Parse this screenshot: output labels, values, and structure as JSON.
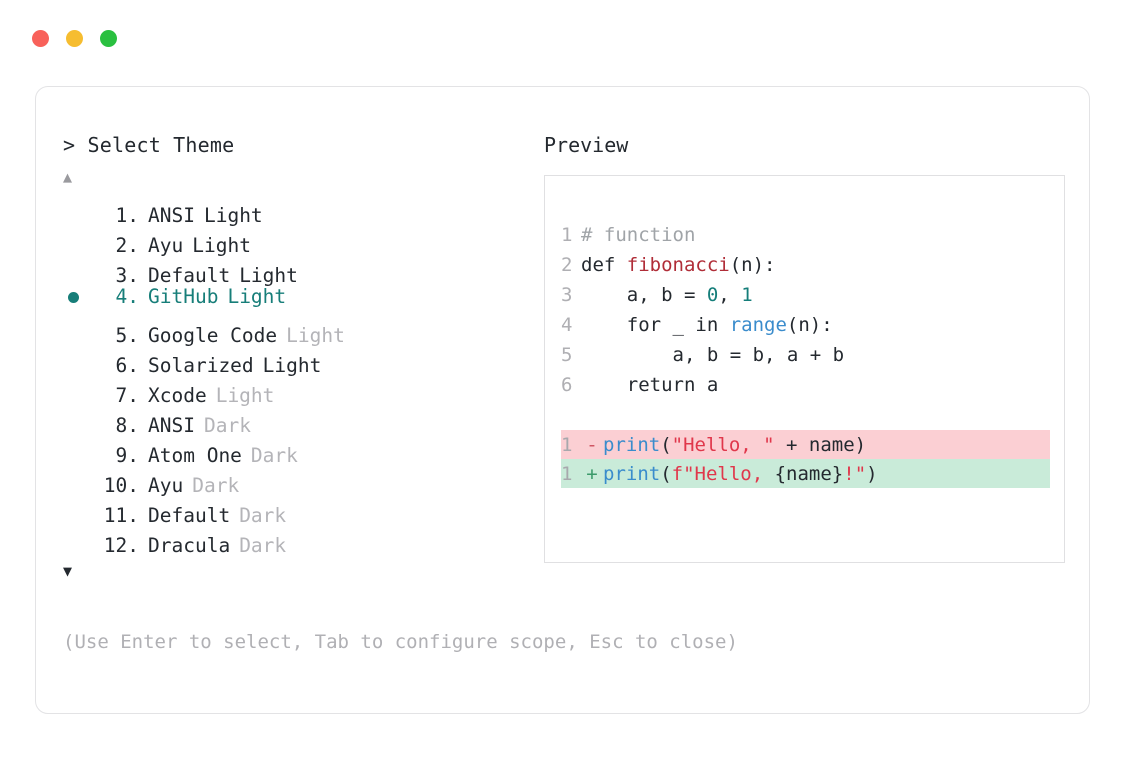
{
  "window": {
    "dots": [
      {
        "name": "close",
        "color": "#f8615a"
      },
      {
        "name": "minimize",
        "color": "#f6bd30"
      },
      {
        "name": "maximize",
        "color": "#2ac040"
      }
    ]
  },
  "selector": {
    "prompt_caret": ">",
    "prompt_label": "Select Theme",
    "scroll_up": "▲",
    "scroll_down": "▼",
    "selected_index": 4,
    "items": [
      {
        "index": "1.",
        "name": "ANSI",
        "variant": "Light",
        "variant_muted": false,
        "selected": false
      },
      {
        "index": "2.",
        "name": "Ayu",
        "variant": "Light",
        "variant_muted": false,
        "selected": false
      },
      {
        "index": "3.",
        "name": "Default",
        "variant": "Light",
        "variant_muted": false,
        "selected": false
      },
      {
        "index": "4.",
        "name": "GitHub",
        "variant": "Light",
        "variant_muted": false,
        "selected": true
      },
      {
        "index": "5.",
        "name": "Google Code",
        "variant": "Light",
        "variant_muted": true,
        "selected": false
      },
      {
        "index": "6.",
        "name": "Solarized",
        "variant": "Light",
        "variant_muted": false,
        "selected": false
      },
      {
        "index": "7.",
        "name": "Xcode",
        "variant": "Light",
        "variant_muted": true,
        "selected": false
      },
      {
        "index": "8.",
        "name": "ANSI",
        "variant": "Dark",
        "variant_muted": true,
        "selected": false
      },
      {
        "index": "9.",
        "name": "Atom One",
        "variant": "Dark",
        "variant_muted": true,
        "selected": false
      },
      {
        "index": "10.",
        "name": "Ayu",
        "variant": "Dark",
        "variant_muted": true,
        "selected": false
      },
      {
        "index": "11.",
        "name": "Default",
        "variant": "Dark",
        "variant_muted": true,
        "selected": false
      },
      {
        "index": "12.",
        "name": "Dracula",
        "variant": "Dark",
        "variant_muted": true,
        "selected": false
      }
    ]
  },
  "hint": "(Use Enter to select, Tab to configure scope, Esc to close)",
  "preview": {
    "label": "Preview",
    "code_lines": [
      {
        "no": "1",
        "tokens": [
          {
            "t": "# function",
            "c": "tk-comment"
          }
        ]
      },
      {
        "no": "2",
        "tokens": [
          {
            "t": "def ",
            "c": "tk-kw"
          },
          {
            "t": "fibonacci",
            "c": "tk-fn"
          },
          {
            "t": "(n):",
            "c": "tk-plain"
          }
        ]
      },
      {
        "no": "3",
        "tokens": [
          {
            "t": "    a, b = ",
            "c": "tk-plain"
          },
          {
            "t": "0",
            "c": "tk-num"
          },
          {
            "t": ", ",
            "c": "tk-plain"
          },
          {
            "t": "1",
            "c": "tk-num"
          }
        ]
      },
      {
        "no": "4",
        "tokens": [
          {
            "t": "    for _ in ",
            "c": "tk-plain"
          },
          {
            "t": "range",
            "c": "tk-builtin"
          },
          {
            "t": "(n):",
            "c": "tk-plain"
          }
        ]
      },
      {
        "no": "5",
        "tokens": [
          {
            "t": "        a, b = b, a + b",
            "c": "tk-plain"
          }
        ]
      },
      {
        "no": "6",
        "tokens": [
          {
            "t": "    return a",
            "c": "tk-plain"
          }
        ]
      }
    ],
    "diff_lines": [
      {
        "kind": "del",
        "no": "1",
        "mark": "-",
        "tokens": [
          {
            "t": "print",
            "c": "tk-builtin"
          },
          {
            "t": "(",
            "c": "tk-plain"
          },
          {
            "t": "\"Hello, \"",
            "c": "tk-str"
          },
          {
            "t": " + name)",
            "c": "tk-plain"
          }
        ]
      },
      {
        "kind": "add",
        "no": "1",
        "mark": "+",
        "tokens": [
          {
            "t": "print",
            "c": "tk-builtin"
          },
          {
            "t": "(",
            "c": "tk-plain"
          },
          {
            "t": "f\"Hello, ",
            "c": "tk-str"
          },
          {
            "t": "{name}",
            "c": "tk-plain"
          },
          {
            "t": "!\"",
            "c": "tk-str"
          },
          {
            "t": ")",
            "c": "tk-plain"
          }
        ]
      }
    ]
  }
}
